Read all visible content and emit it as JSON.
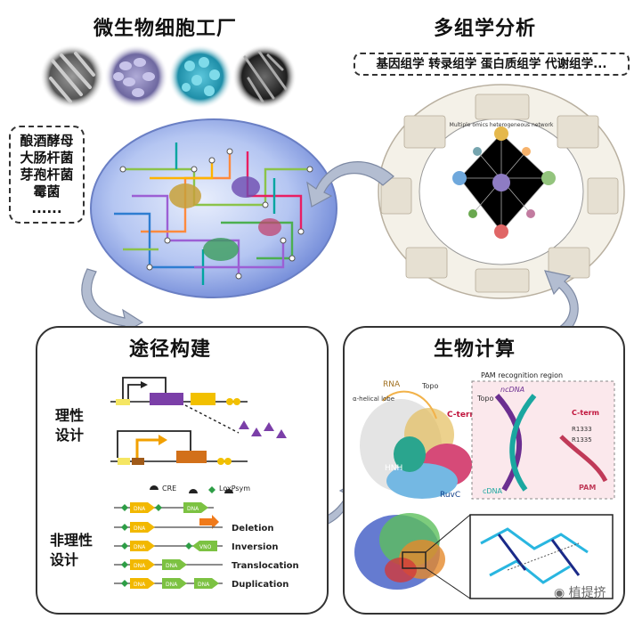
{
  "cell_factory": {
    "title": "微生物细胞工厂",
    "organisms": [
      "酿酒酵母",
      "大肠杆菌",
      "芽孢杆菌",
      "霉菌",
      "......"
    ]
  },
  "multiomics": {
    "title": "多组学分析",
    "types": "基因组学 转录组学  蛋白质组学 代谢组学...",
    "network_label": "Multiple omics heterogeneous network"
  },
  "pathway": {
    "title": "途径构建",
    "rational_label": "理性\n设计",
    "nonrational_label": "非理性\n设计",
    "legend_cre": "CRE",
    "legend_loxpsym": "LoxPsym",
    "dna": "DNA",
    "vno": "VNO",
    "operations": [
      "Deletion",
      "Inversion",
      "Translocation",
      "Duplication"
    ]
  },
  "computing": {
    "title": "生物计算",
    "labels": {
      "rna": "RNA",
      "topo": "Topo",
      "helical": "α-helical\nlobe",
      "cterm": "C-term",
      "hnh": "HNH",
      "ruvc": "RuvC",
      "pam_region": "PAM recognition region",
      "ncdna": "ncDNA",
      "cdna": "cDNA",
      "pam": "PAM",
      "r1": "R1333",
      "r2": "R1335"
    }
  },
  "watermark": "植提挤",
  "colors": {
    "arrow": "#aab6cc",
    "cell_fill": "#8fa8e6",
    "micro1": "#707070",
    "micro2": "#8c86b8",
    "micro3": "#2aa6c0",
    "micro4": "#303030",
    "dna_green": "#7cc242",
    "orange": "#f0a020"
  }
}
